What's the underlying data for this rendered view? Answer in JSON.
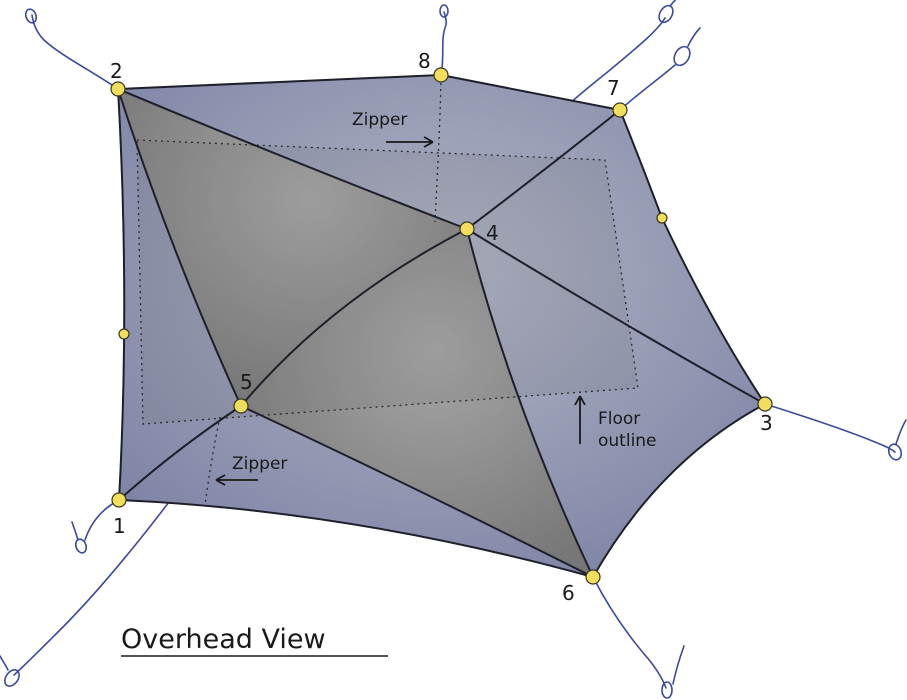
{
  "title": "Overhead View",
  "annotations": {
    "zipper_top": "Zipper",
    "zipper_bottom": "Zipper",
    "floor_line1": "Floor",
    "floor_line2": "outline"
  },
  "stake_points": [
    "1",
    "2",
    "3",
    "4",
    "5",
    "6",
    "7",
    "8"
  ],
  "colors": {
    "canopy": "#8c92ad",
    "panel": "#8c8c8c",
    "edge": "#1e1f2a",
    "node": "#f2de5e",
    "guyline": "#3a4a9c"
  }
}
